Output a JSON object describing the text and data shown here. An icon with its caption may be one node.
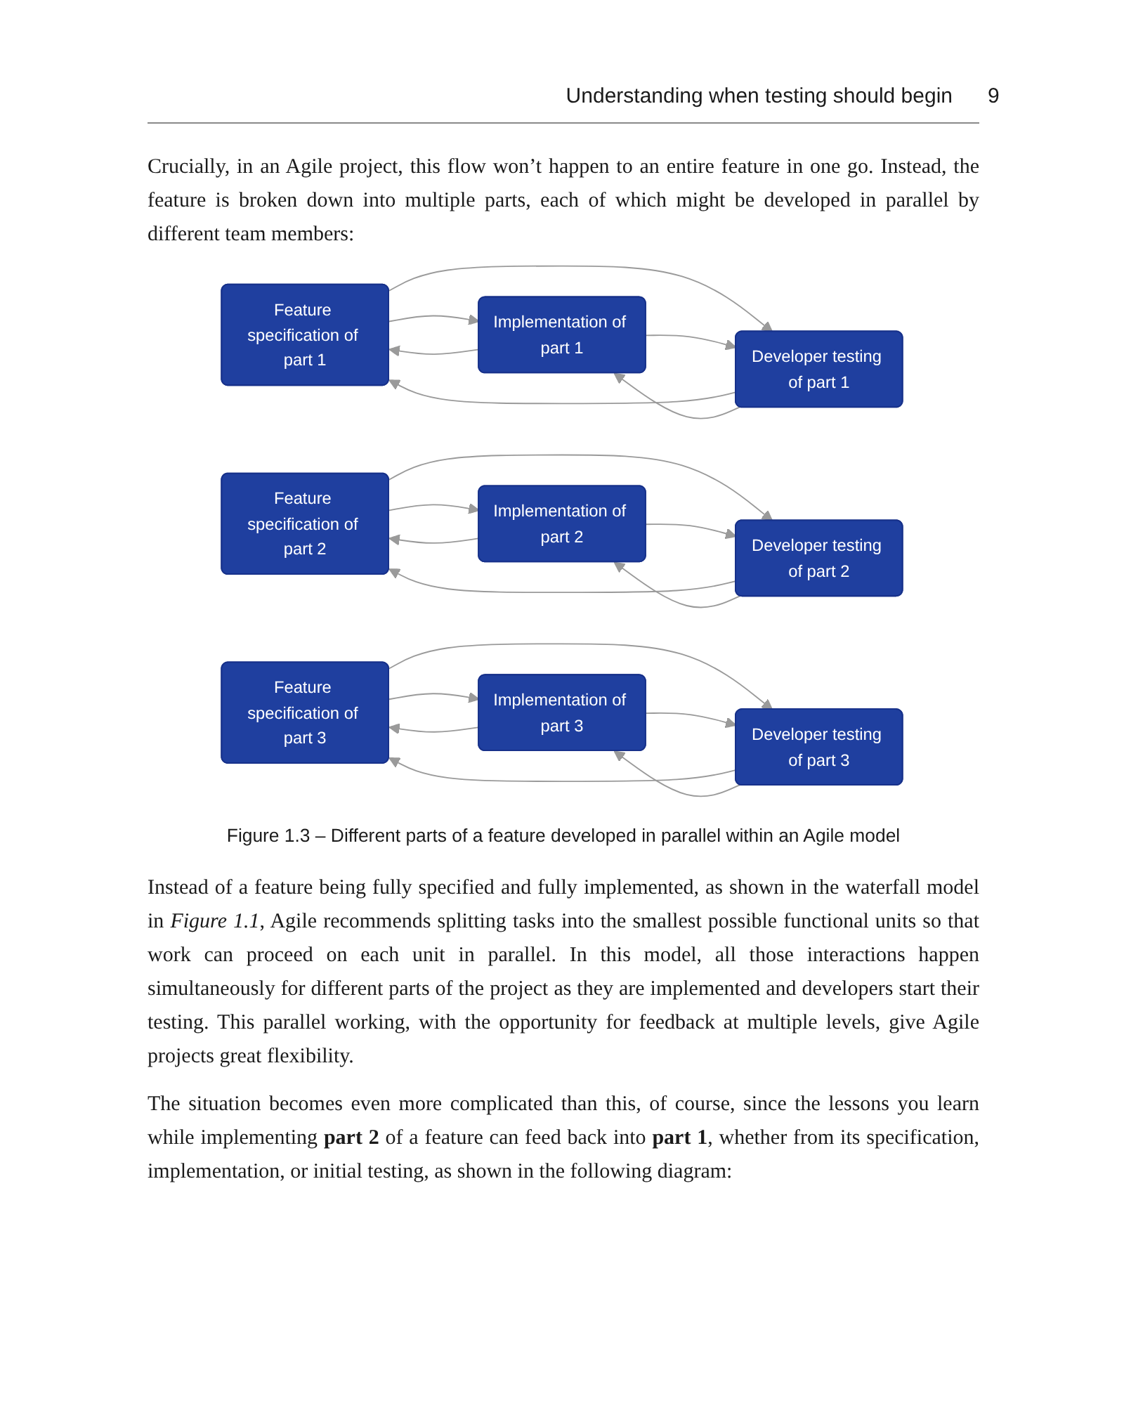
{
  "diagram": {
    "caption": "Figure 1.3 – Different parts of a feature developed in parallel within an Agile model",
    "nodes": [
      {
        "text": [
          "Feature specification of part 1"
        ]
      },
      {
        "text": [
          "Implementation of part 1"
        ]
      },
      {
        "text": [
          "Developer testing of part 1"
        ]
      },
      {
        "text": [
          "Feature specification of part 2"
        ]
      },
      {
        "text": [
          "Implementation of part 2"
        ]
      },
      {
        "text": [
          "Developer testing of part 2"
        ]
      },
      {
        "text": [
          "Feature specification of part 3"
        ]
      },
      {
        "text": [
          "Implementation of part 3"
        ]
      },
      {
        "text": [
          "Developer testing of part 3"
        ]
      }
    ],
    "edges": [
      {
        "from": 0,
        "to": 1,
        "arrow": "to"
      },
      {
        "from": 0,
        "to": 2,
        "arrow": "to"
      },
      {
        "from": 1,
        "to": 2,
        "arrow": "to"
      },
      {
        "from": 2,
        "to": 0,
        "arrow": "to"
      },
      {
        "from": 1,
        "to": 0,
        "arrow": "to"
      },
      {
        "from": 2,
        "to": 1,
        "arrow": "to"
      },
      {
        "from": 3,
        "to": 4,
        "arrow": "to"
      },
      {
        "from": 3,
        "to": 5,
        "arrow": "to"
      },
      {
        "from": 4,
        "to": 5,
        "arrow": "to"
      },
      {
        "from": 5,
        "to": 3,
        "arrow": "to"
      },
      {
        "from": 4,
        "to": 3,
        "arrow": "to"
      },
      {
        "from": 5,
        "to": 4,
        "arrow": "to"
      },
      {
        "from": 6,
        "to": 7,
        "arrow": "to"
      },
      {
        "from": 6,
        "to": 8,
        "arrow": "to"
      },
      {
        "from": 7,
        "to": 8,
        "arrow": "to"
      },
      {
        "from": 8,
        "to": 6,
        "arrow": "to"
      },
      {
        "from": 7,
        "to": 6,
        "arrow": "to"
      },
      {
        "from": 8,
        "to": 7,
        "arrow": "to"
      }
    ],
    "labels": [
      "Understanding when testing should begin",
      "9",
      "Crucially, in an Agile project, this flow won’t happen to an entire feature in one go. Instead, the feature is broken down into multiple parts, each of which might be developed in parallel by different team members:",
      "Instead of a feature being fully specified and fully implemented, as shown in the waterfall model in *Figure 1.1*, Agile recommends splitting tasks into the smallest possible functional units so that work can proceed on each unit in parallel. In this model, all those interactions happen simultaneously for different parts of the project as they are implemented and developers start their testing. This parallel working, with the opportunity for feedback at multiple levels, give Agile projects great flexibility.",
      "The situation becomes even more complicated than this, of course, since the lessons you learn while implementing **part 2** of a feature can feed back into **part 1**, whether from its specification, implementation, or initial testing, as shown in the following diagram:"
    ]
  }
}
